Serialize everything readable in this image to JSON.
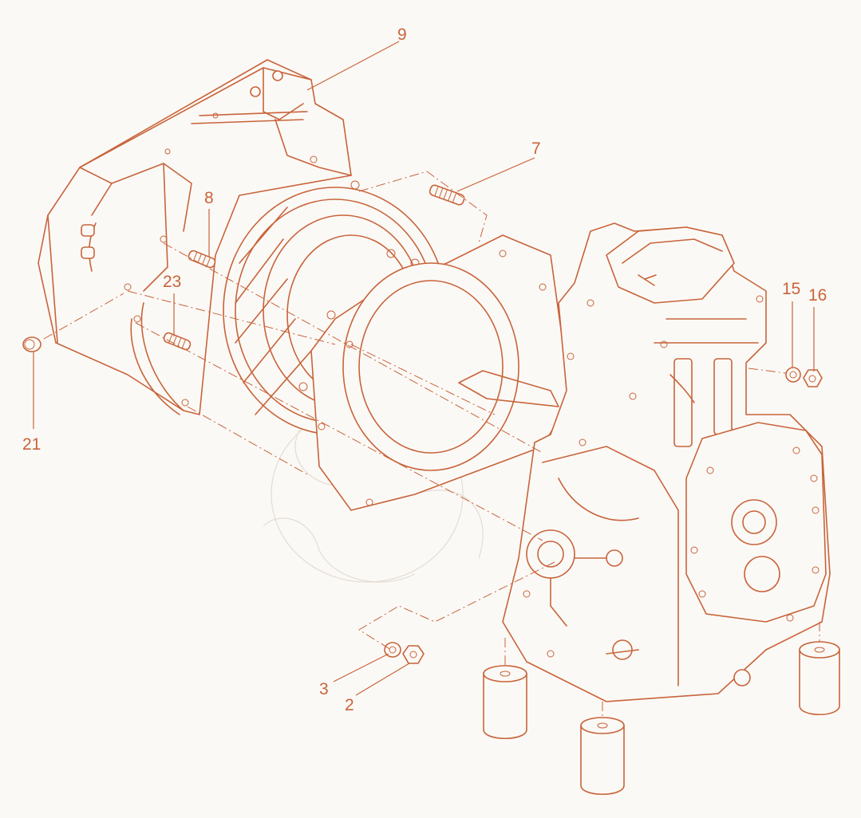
{
  "colors": {
    "ink": "#c8643a",
    "background": "#fbf9f6"
  },
  "callouts": {
    "c2": "2",
    "c3": "3",
    "c7": "7",
    "c8": "8",
    "c9": "9",
    "c15": "15",
    "c16": "16",
    "c21": "21",
    "c23": "23"
  }
}
